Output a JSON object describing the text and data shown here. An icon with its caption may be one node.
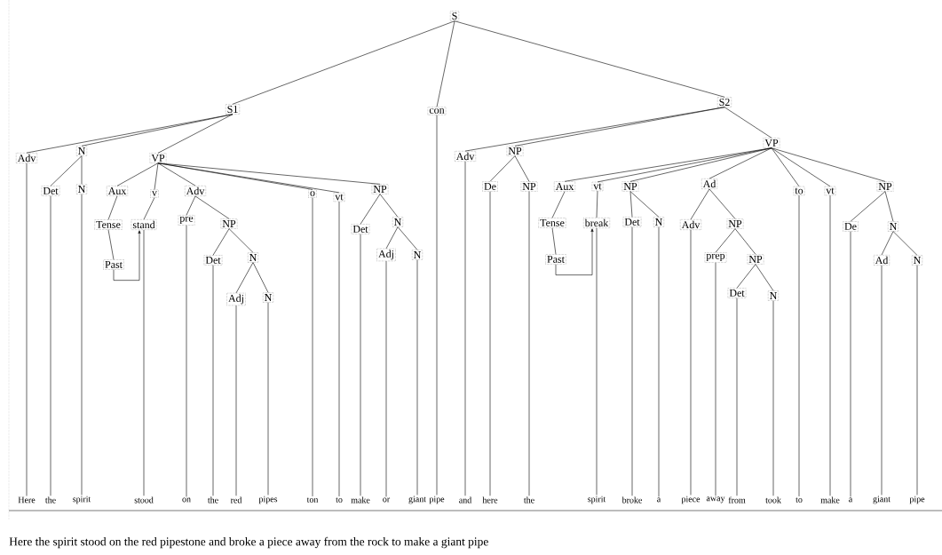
{
  "diagram": {
    "caption": "Here the spirit stood on the red pipestone and broke a piece away from the rock to make a giant pipe",
    "nodes": [
      {
        "text": [
          "S"
        ]
      },
      {
        "text": [
          "S1"
        ]
      },
      {
        "text": [
          "con"
        ]
      },
      {
        "text": [
          "S2"
        ]
      },
      {
        "text": [
          "Adv"
        ]
      },
      {
        "text": [
          "N"
        ]
      },
      {
        "text": [
          "VP"
        ]
      },
      {
        "text": [
          "Det"
        ]
      },
      {
        "text": [
          "N"
        ]
      },
      {
        "text": [
          "Aux"
        ]
      },
      {
        "text": [
          "v"
        ]
      },
      {
        "text": [
          "Adv"
        ]
      },
      {
        "text": [
          "o"
        ]
      },
      {
        "text": [
          "vt"
        ]
      },
      {
        "text": [
          "NP"
        ]
      },
      {
        "text": [
          "Tense"
        ]
      },
      {
        "text": [
          "Past"
        ]
      },
      {
        "text": [
          "stand"
        ]
      },
      {
        "text": [
          "pre"
        ]
      },
      {
        "text": [
          "NP"
        ]
      },
      {
        "text": [
          "Det"
        ]
      },
      {
        "text": [
          "N"
        ]
      },
      {
        "text": [
          "Adj"
        ]
      },
      {
        "text": [
          "N"
        ]
      },
      {
        "text": [
          "Det"
        ]
      },
      {
        "text": [
          "N"
        ]
      },
      {
        "text": [
          "Adj"
        ]
      },
      {
        "text": [
          "N"
        ]
      },
      {
        "text": [
          "Adv"
        ]
      },
      {
        "text": [
          "NP"
        ]
      },
      {
        "text": [
          "VP"
        ]
      },
      {
        "text": [
          "De"
        ]
      },
      {
        "text": [
          "NP"
        ]
      },
      {
        "text": [
          "Aux"
        ]
      },
      {
        "text": [
          "vt"
        ]
      },
      {
        "text": [
          "NP"
        ]
      },
      {
        "text": [
          "Ad"
        ]
      },
      {
        "text": [
          "to"
        ]
      },
      {
        "text": [
          "vt"
        ]
      },
      {
        "text": [
          "NP"
        ]
      },
      {
        "text": [
          "Tense"
        ]
      },
      {
        "text": [
          "Past"
        ]
      },
      {
        "text": [
          "break"
        ]
      },
      {
        "text": [
          "Det"
        ]
      },
      {
        "text": [
          "N"
        ]
      },
      {
        "text": [
          "Adv"
        ]
      },
      {
        "text": [
          "NP"
        ]
      },
      {
        "text": [
          "prep"
        ]
      },
      {
        "text": [
          "NP"
        ]
      },
      {
        "text": [
          "Det"
        ]
      },
      {
        "text": [
          "N"
        ]
      },
      {
        "text": [
          "De"
        ]
      },
      {
        "text": [
          "N"
        ]
      },
      {
        "text": [
          "Ad"
        ]
      },
      {
        "text": [
          "N"
        ]
      },
      {
        "text": [
          "Here"
        ]
      },
      {
        "text": [
          "the"
        ]
      },
      {
        "text": [
          "spirit"
        ]
      },
      {
        "text": [
          "stood"
        ]
      },
      {
        "text": [
          "on"
        ]
      },
      {
        "text": [
          "the"
        ]
      },
      {
        "text": [
          "red"
        ]
      },
      {
        "text": [
          "pipes"
        ]
      },
      {
        "text": [
          "ton"
        ]
      },
      {
        "text": [
          "to"
        ]
      },
      {
        "text": [
          "make"
        ]
      },
      {
        "text": [
          "or"
        ]
      },
      {
        "text": [
          "giant"
        ]
      },
      {
        "text": [
          "pipe"
        ]
      },
      {
        "text": [
          "and"
        ]
      },
      {
        "text": [
          "here"
        ]
      },
      {
        "text": [
          "the"
        ]
      },
      {
        "text": [
          "spirit"
        ]
      },
      {
        "text": [
          "broke"
        ]
      },
      {
        "text": [
          "a"
        ]
      },
      {
        "text": [
          "piece"
        ]
      },
      {
        "text": [
          "away"
        ]
      },
      {
        "text": [
          "from"
        ]
      },
      {
        "text": [
          "took"
        ]
      },
      {
        "text": [
          "to"
        ]
      },
      {
        "text": [
          "make"
        ]
      },
      {
        "text": [
          "a"
        ]
      },
      {
        "text": [
          "giant"
        ]
      },
      {
        "text": [
          "pipe"
        ]
      }
    ],
    "edges": [
      {
        "from": 0,
        "to": 1,
        "arrow": "none"
      },
      {
        "from": 0,
        "to": 2,
        "arrow": "none"
      },
      {
        "from": 0,
        "to": 3,
        "arrow": "none"
      },
      {
        "from": 1,
        "to": 4,
        "arrow": "none"
      },
      {
        "from": 1,
        "to": 5,
        "arrow": "none"
      },
      {
        "from": 1,
        "to": 6,
        "arrow": "none"
      },
      {
        "from": 5,
        "to": 7,
        "arrow": "none"
      },
      {
        "from": 5,
        "to": 8,
        "arrow": "none"
      },
      {
        "from": 6,
        "to": 9,
        "arrow": "none"
      },
      {
        "from": 6,
        "to": 10,
        "arrow": "none"
      },
      {
        "from": 6,
        "to": 11,
        "arrow": "none"
      },
      {
        "from": 6,
        "to": 12,
        "arrow": "none"
      },
      {
        "from": 6,
        "to": 13,
        "arrow": "none"
      },
      {
        "from": 6,
        "to": 14,
        "arrow": "none"
      },
      {
        "from": 9,
        "to": 15,
        "arrow": "none"
      },
      {
        "from": 15,
        "to": 16,
        "arrow": "none"
      },
      {
        "from": 10,
        "to": 17,
        "arrow": "none"
      },
      {
        "from": 16,
        "to": 17,
        "arrow": "to"
      },
      {
        "from": 11,
        "to": 18,
        "arrow": "none"
      },
      {
        "from": 11,
        "to": 19,
        "arrow": "none"
      },
      {
        "from": 19,
        "to": 20,
        "arrow": "none"
      },
      {
        "from": 19,
        "to": 21,
        "arrow": "none"
      },
      {
        "from": 21,
        "to": 22,
        "arrow": "none"
      },
      {
        "from": 21,
        "to": 23,
        "arrow": "none"
      },
      {
        "from": 14,
        "to": 24,
        "arrow": "none"
      },
      {
        "from": 14,
        "to": 25,
        "arrow": "none"
      },
      {
        "from": 25,
        "to": 26,
        "arrow": "none"
      },
      {
        "from": 25,
        "to": 27,
        "arrow": "none"
      },
      {
        "from": 3,
        "to": 28,
        "arrow": "none"
      },
      {
        "from": 3,
        "to": 29,
        "arrow": "none"
      },
      {
        "from": 3,
        "to": 30,
        "arrow": "none"
      },
      {
        "from": 29,
        "to": 31,
        "arrow": "none"
      },
      {
        "from": 29,
        "to": 32,
        "arrow": "none"
      },
      {
        "from": 30,
        "to": 33,
        "arrow": "none"
      },
      {
        "from": 30,
        "to": 34,
        "arrow": "none"
      },
      {
        "from": 30,
        "to": 35,
        "arrow": "none"
      },
      {
        "from": 30,
        "to": 36,
        "arrow": "none"
      },
      {
        "from": 30,
        "to": 37,
        "arrow": "none"
      },
      {
        "from": 30,
        "to": 38,
        "arrow": "none"
      },
      {
        "from": 30,
        "to": 39,
        "arrow": "none"
      },
      {
        "from": 33,
        "to": 40,
        "arrow": "none"
      },
      {
        "from": 40,
        "to": 41,
        "arrow": "none"
      },
      {
        "from": 34,
        "to": 42,
        "arrow": "none"
      },
      {
        "from": 41,
        "to": 42,
        "arrow": "to"
      },
      {
        "from": 35,
        "to": 43,
        "arrow": "none"
      },
      {
        "from": 35,
        "to": 44,
        "arrow": "none"
      },
      {
        "from": 36,
        "to": 45,
        "arrow": "none"
      },
      {
        "from": 36,
        "to": 46,
        "arrow": "none"
      },
      {
        "from": 46,
        "to": 47,
        "arrow": "none"
      },
      {
        "from": 46,
        "to": 48,
        "arrow": "none"
      },
      {
        "from": 48,
        "to": 49,
        "arrow": "none"
      },
      {
        "from": 48,
        "to": 50,
        "arrow": "none"
      },
      {
        "from": 39,
        "to": 51,
        "arrow": "none"
      },
      {
        "from": 39,
        "to": 52,
        "arrow": "none"
      },
      {
        "from": 52,
        "to": 53,
        "arrow": "none"
      },
      {
        "from": 52,
        "to": 54,
        "arrow": "none"
      },
      {
        "from": 4,
        "to": 55,
        "arrow": "none"
      },
      {
        "from": 7,
        "to": 56,
        "arrow": "none"
      },
      {
        "from": 8,
        "to": 57,
        "arrow": "none"
      },
      {
        "from": 17,
        "to": 58,
        "arrow": "none"
      },
      {
        "from": 18,
        "to": 59,
        "arrow": "none"
      },
      {
        "from": 20,
        "to": 60,
        "arrow": "none"
      },
      {
        "from": 22,
        "to": 61,
        "arrow": "none"
      },
      {
        "from": 23,
        "to": 62,
        "arrow": "none"
      },
      {
        "from": 12,
        "to": 63,
        "arrow": "none"
      },
      {
        "from": 13,
        "to": 64,
        "arrow": "none"
      },
      {
        "from": 24,
        "to": 65,
        "arrow": "none"
      },
      {
        "from": 26,
        "to": 66,
        "arrow": "none"
      },
      {
        "from": 27,
        "to": 67,
        "arrow": "none"
      },
      {
        "from": 2,
        "to": 68,
        "arrow": "none"
      },
      {
        "from": 28,
        "to": 69,
        "arrow": "none"
      },
      {
        "from": 31,
        "to": 70,
        "arrow": "none"
      },
      {
        "from": 32,
        "to": 71,
        "arrow": "none"
      },
      {
        "from": 42,
        "to": 72,
        "arrow": "none"
      },
      {
        "from": 43,
        "to": 73,
        "arrow": "none"
      },
      {
        "from": 44,
        "to": 74,
        "arrow": "none"
      },
      {
        "from": 45,
        "to": 75,
        "arrow": "none"
      },
      {
        "from": 47,
        "to": 76,
        "arrow": "none"
      },
      {
        "from": 49,
        "to": 77,
        "arrow": "none"
      },
      {
        "from": 50,
        "to": 78,
        "arrow": "none"
      },
      {
        "from": 37,
        "to": 79,
        "arrow": "none"
      },
      {
        "from": 38,
        "to": 80,
        "arrow": "none"
      },
      {
        "from": 51,
        "to": 81,
        "arrow": "none"
      },
      {
        "from": 53,
        "to": 82,
        "arrow": "none"
      },
      {
        "from": 54,
        "to": 83,
        "arrow": "none"
      }
    ]
  }
}
